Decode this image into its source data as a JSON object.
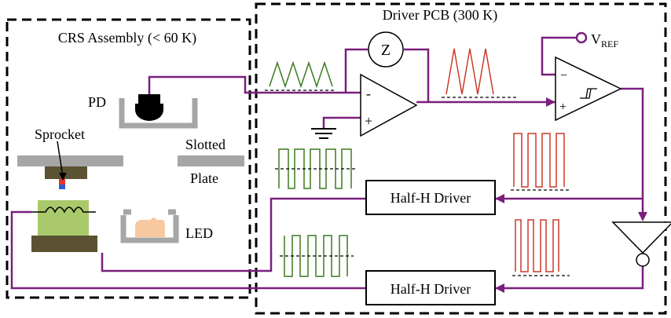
{
  "labels": {
    "crs_assembly": "CRS Assembly (< 60 K)",
    "driver_pcb": "Driver PCB (300 K)",
    "pd": "PD",
    "sprocket": "Sprocket",
    "slotted": "Slotted",
    "plate": "Plate",
    "led": "LED",
    "z": "Z",
    "vref_main": "V",
    "vref_sub": "REF",
    "opamp_minus": "-",
    "opamp_plus": "+",
    "comp_minus": "−",
    "comp_plus": "+",
    "half_h_driver_top": "Half-H Driver",
    "half_h_driver_bottom": "Half-H Driver"
  },
  "colors": {
    "wire": "#7a1f7e",
    "green_wave": "#3c7a1e",
    "red_wave": "#cc3a2a",
    "gray": "#a6a6a6",
    "coil_block": "#a9c96a",
    "base_block": "#5a5233",
    "led": "#f8c9a0",
    "sprocket_red": "#e8352a",
    "sprocket_blue": "#2b5fd6"
  }
}
